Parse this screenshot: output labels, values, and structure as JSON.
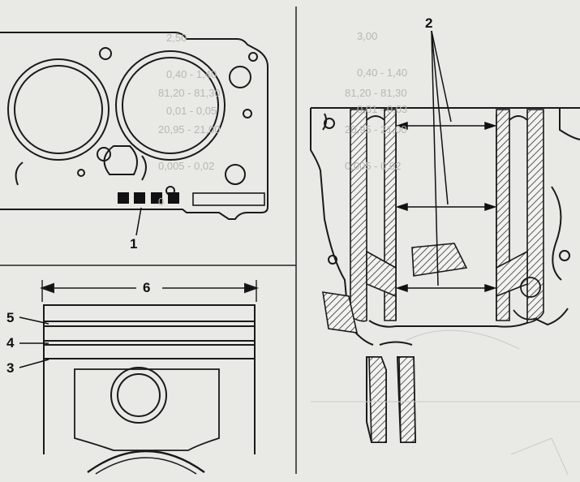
{
  "figure": {
    "callouts": {
      "c1": "1",
      "c2": "2",
      "c3": "3",
      "c4": "4",
      "c5": "5",
      "c6": "6"
    },
    "show_through_top": [
      "2,50",
      "0,40 - 1,40",
      "0,01 - 0,05"
    ],
    "show_through_mid": [
      "81,20 - 81,30",
      "20,95 - 21,00",
      "0,005 - 0,02",
      "0"
    ],
    "show_through_right_top": [
      "3,00",
      "0,40 - 1,40",
      "0,01 - 0,03"
    ],
    "show_through_right_mid": [
      "81,20 - 81,30",
      "20,95 - 21,00",
      "0,005 - 0,02"
    ]
  }
}
